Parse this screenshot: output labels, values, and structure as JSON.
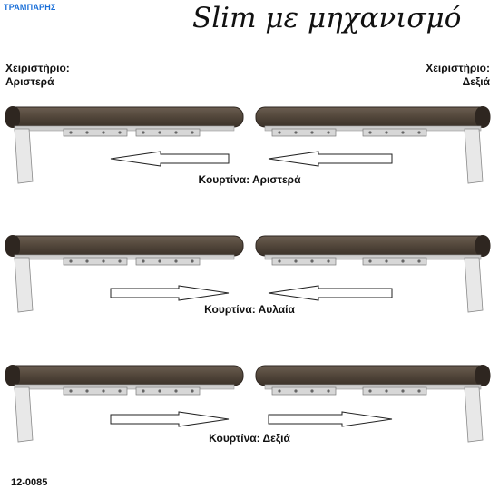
{
  "brand": "ΤΡΑΜΠΑΡΗΣ",
  "title": "Slim με μηχανισμό",
  "handle_left": {
    "line1": "Χειριστήριο:",
    "line2": "Αριστερά"
  },
  "handle_right": {
    "line1": "Χειριστήριο:",
    "line2": "Δεξιά"
  },
  "rows": [
    {
      "caption": "Κουρτίνα: Αριστερά",
      "arrows": [
        "left",
        "left"
      ]
    },
    {
      "caption": "Κουρτίνα: Αυλαία",
      "arrows": [
        "right",
        "left"
      ]
    },
    {
      "caption": "Κουρτίνα: Δεξιά",
      "arrows": [
        "right",
        "right"
      ]
    }
  ],
  "code": "12-0085",
  "colors": {
    "rail": "#54483c",
    "rail_dark": "#2e2620",
    "bracket": "#e8e8e8",
    "brand": "#1a6fd8"
  }
}
